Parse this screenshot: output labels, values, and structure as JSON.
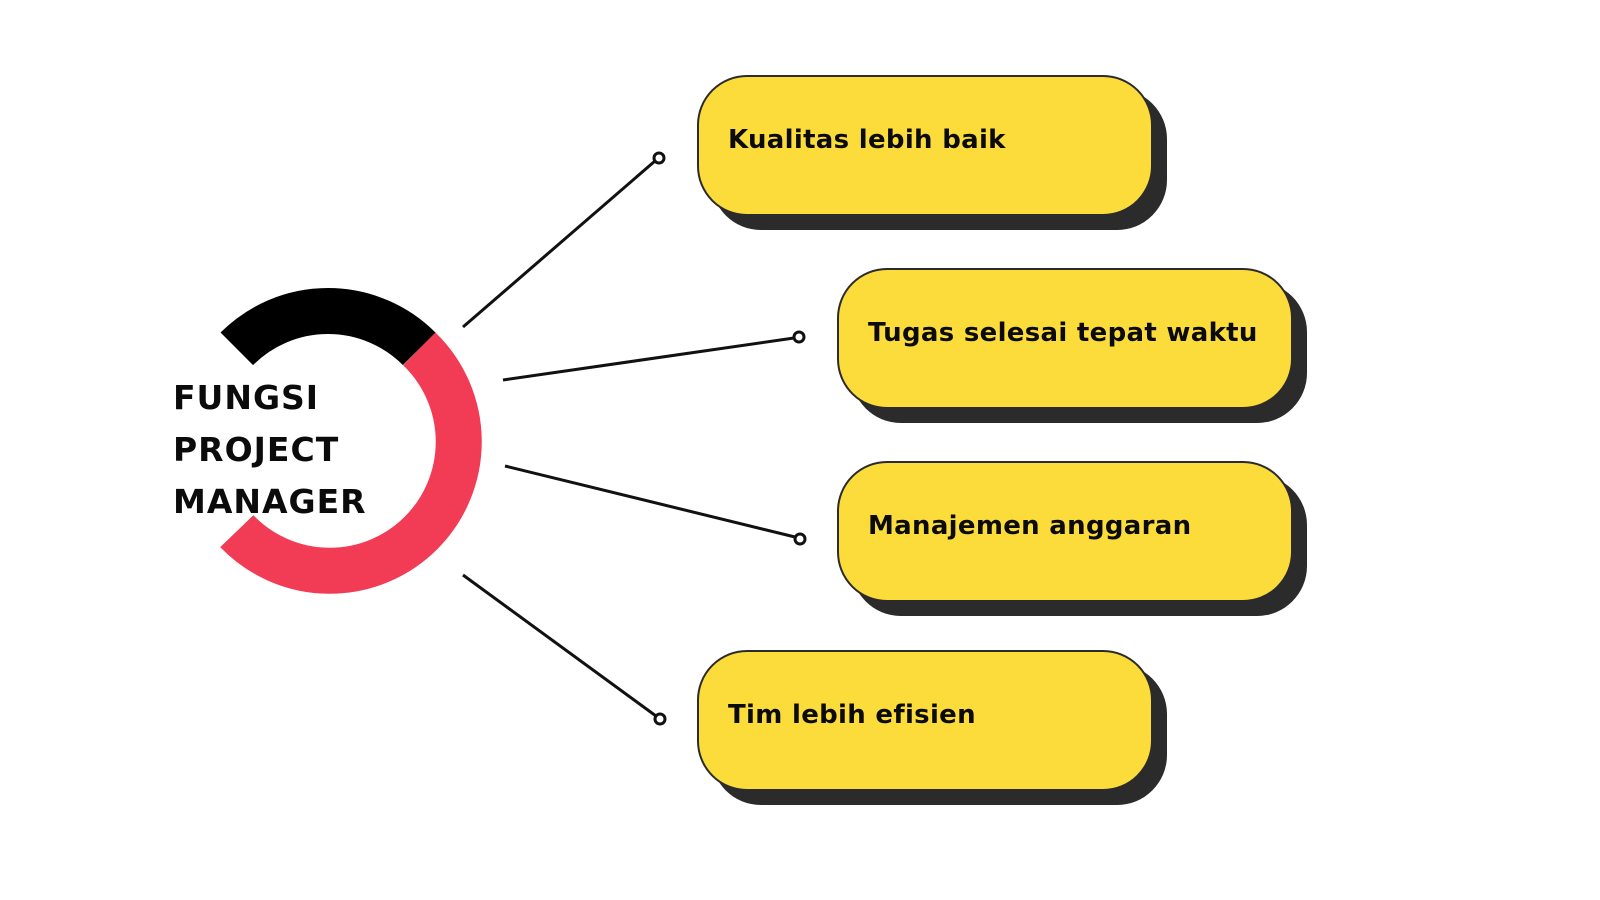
{
  "diagram": {
    "title_lines": [
      "FUNGSI",
      "PROJECT",
      "MANAGER"
    ],
    "ring": {
      "colors": {
        "top_segment": "#000000",
        "main_segment": "#f23b55"
      }
    },
    "items": [
      {
        "label": "Kualitas lebih baik"
      },
      {
        "label": "Tugas selesai tepat waktu"
      },
      {
        "label": "Manajemen anggaran"
      },
      {
        "label": "Tim lebih efisien"
      }
    ],
    "colors": {
      "card_fill": "#fcdc3b",
      "card_border": "#2b2b2b",
      "connector": "#111111"
    }
  }
}
